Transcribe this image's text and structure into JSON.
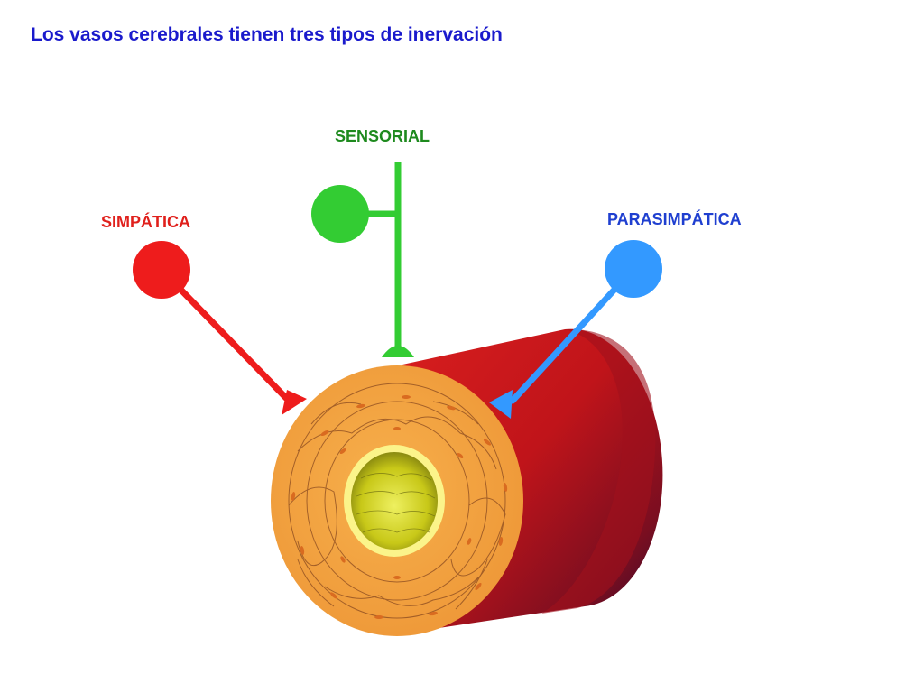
{
  "title": "Los vasos cerebrales tienen tres tipos de inervación",
  "labels": {
    "simpatica": "SIMPÁTICA",
    "sensorial": "SENSORIAL",
    "parasimpatica": "PARASIMPÁTICA"
  },
  "colors": {
    "title": "#1a1acc",
    "simpatica": "#ee1c1c",
    "sensorial": "#33cc33",
    "parasimpatica": "#3399ff",
    "vessel_outer": "#c8161c",
    "vessel_wall": "#f0a040",
    "vessel_lumen": "#d8d820"
  }
}
